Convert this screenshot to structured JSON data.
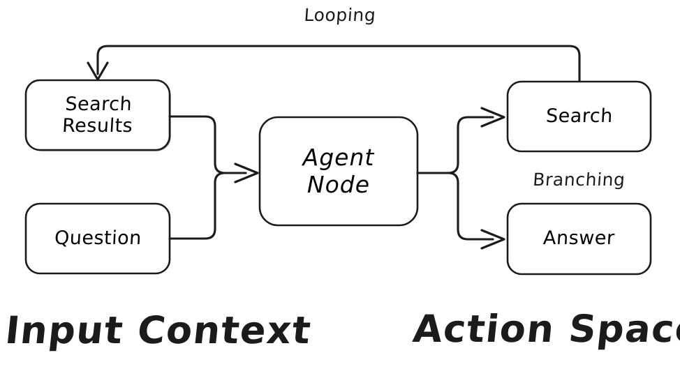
{
  "diagram": {
    "title_hidden": "",
    "background_color": "#ffffff",
    "stroke_color": "#1b1b1b",
    "nodes": [
      {
        "id": "search-results",
        "label_line1": "Search",
        "label_line2": "Results",
        "group": "input-context"
      },
      {
        "id": "question",
        "label_line1": "Question",
        "label_line2": "",
        "group": "input-context"
      },
      {
        "id": "agent-node",
        "label_line1": "Agent",
        "label_line2": "Node",
        "group": "center"
      },
      {
        "id": "search",
        "label_line1": "Search",
        "label_line2": "",
        "group": "action-space"
      },
      {
        "id": "answer",
        "label_line1": "Answer",
        "label_line2": "",
        "group": "action-space"
      }
    ],
    "edge_labels": [
      {
        "id": "looping",
        "text": "Looping"
      },
      {
        "id": "branching",
        "text": "Branching"
      }
    ],
    "group_labels": [
      {
        "id": "input-context",
        "text": "Input Context"
      },
      {
        "id": "action-space",
        "text": "Action Space"
      }
    ],
    "edges": [
      {
        "from": "search-results",
        "to": "agent-node",
        "arrow": true
      },
      {
        "from": "question",
        "to": "agent-node",
        "arrow": true
      },
      {
        "from": "agent-node",
        "to": "search",
        "arrow": true
      },
      {
        "from": "agent-node",
        "to": "answer",
        "arrow": true
      },
      {
        "from": "search",
        "to": "search-results",
        "arrow": true,
        "label": "Looping"
      }
    ]
  }
}
